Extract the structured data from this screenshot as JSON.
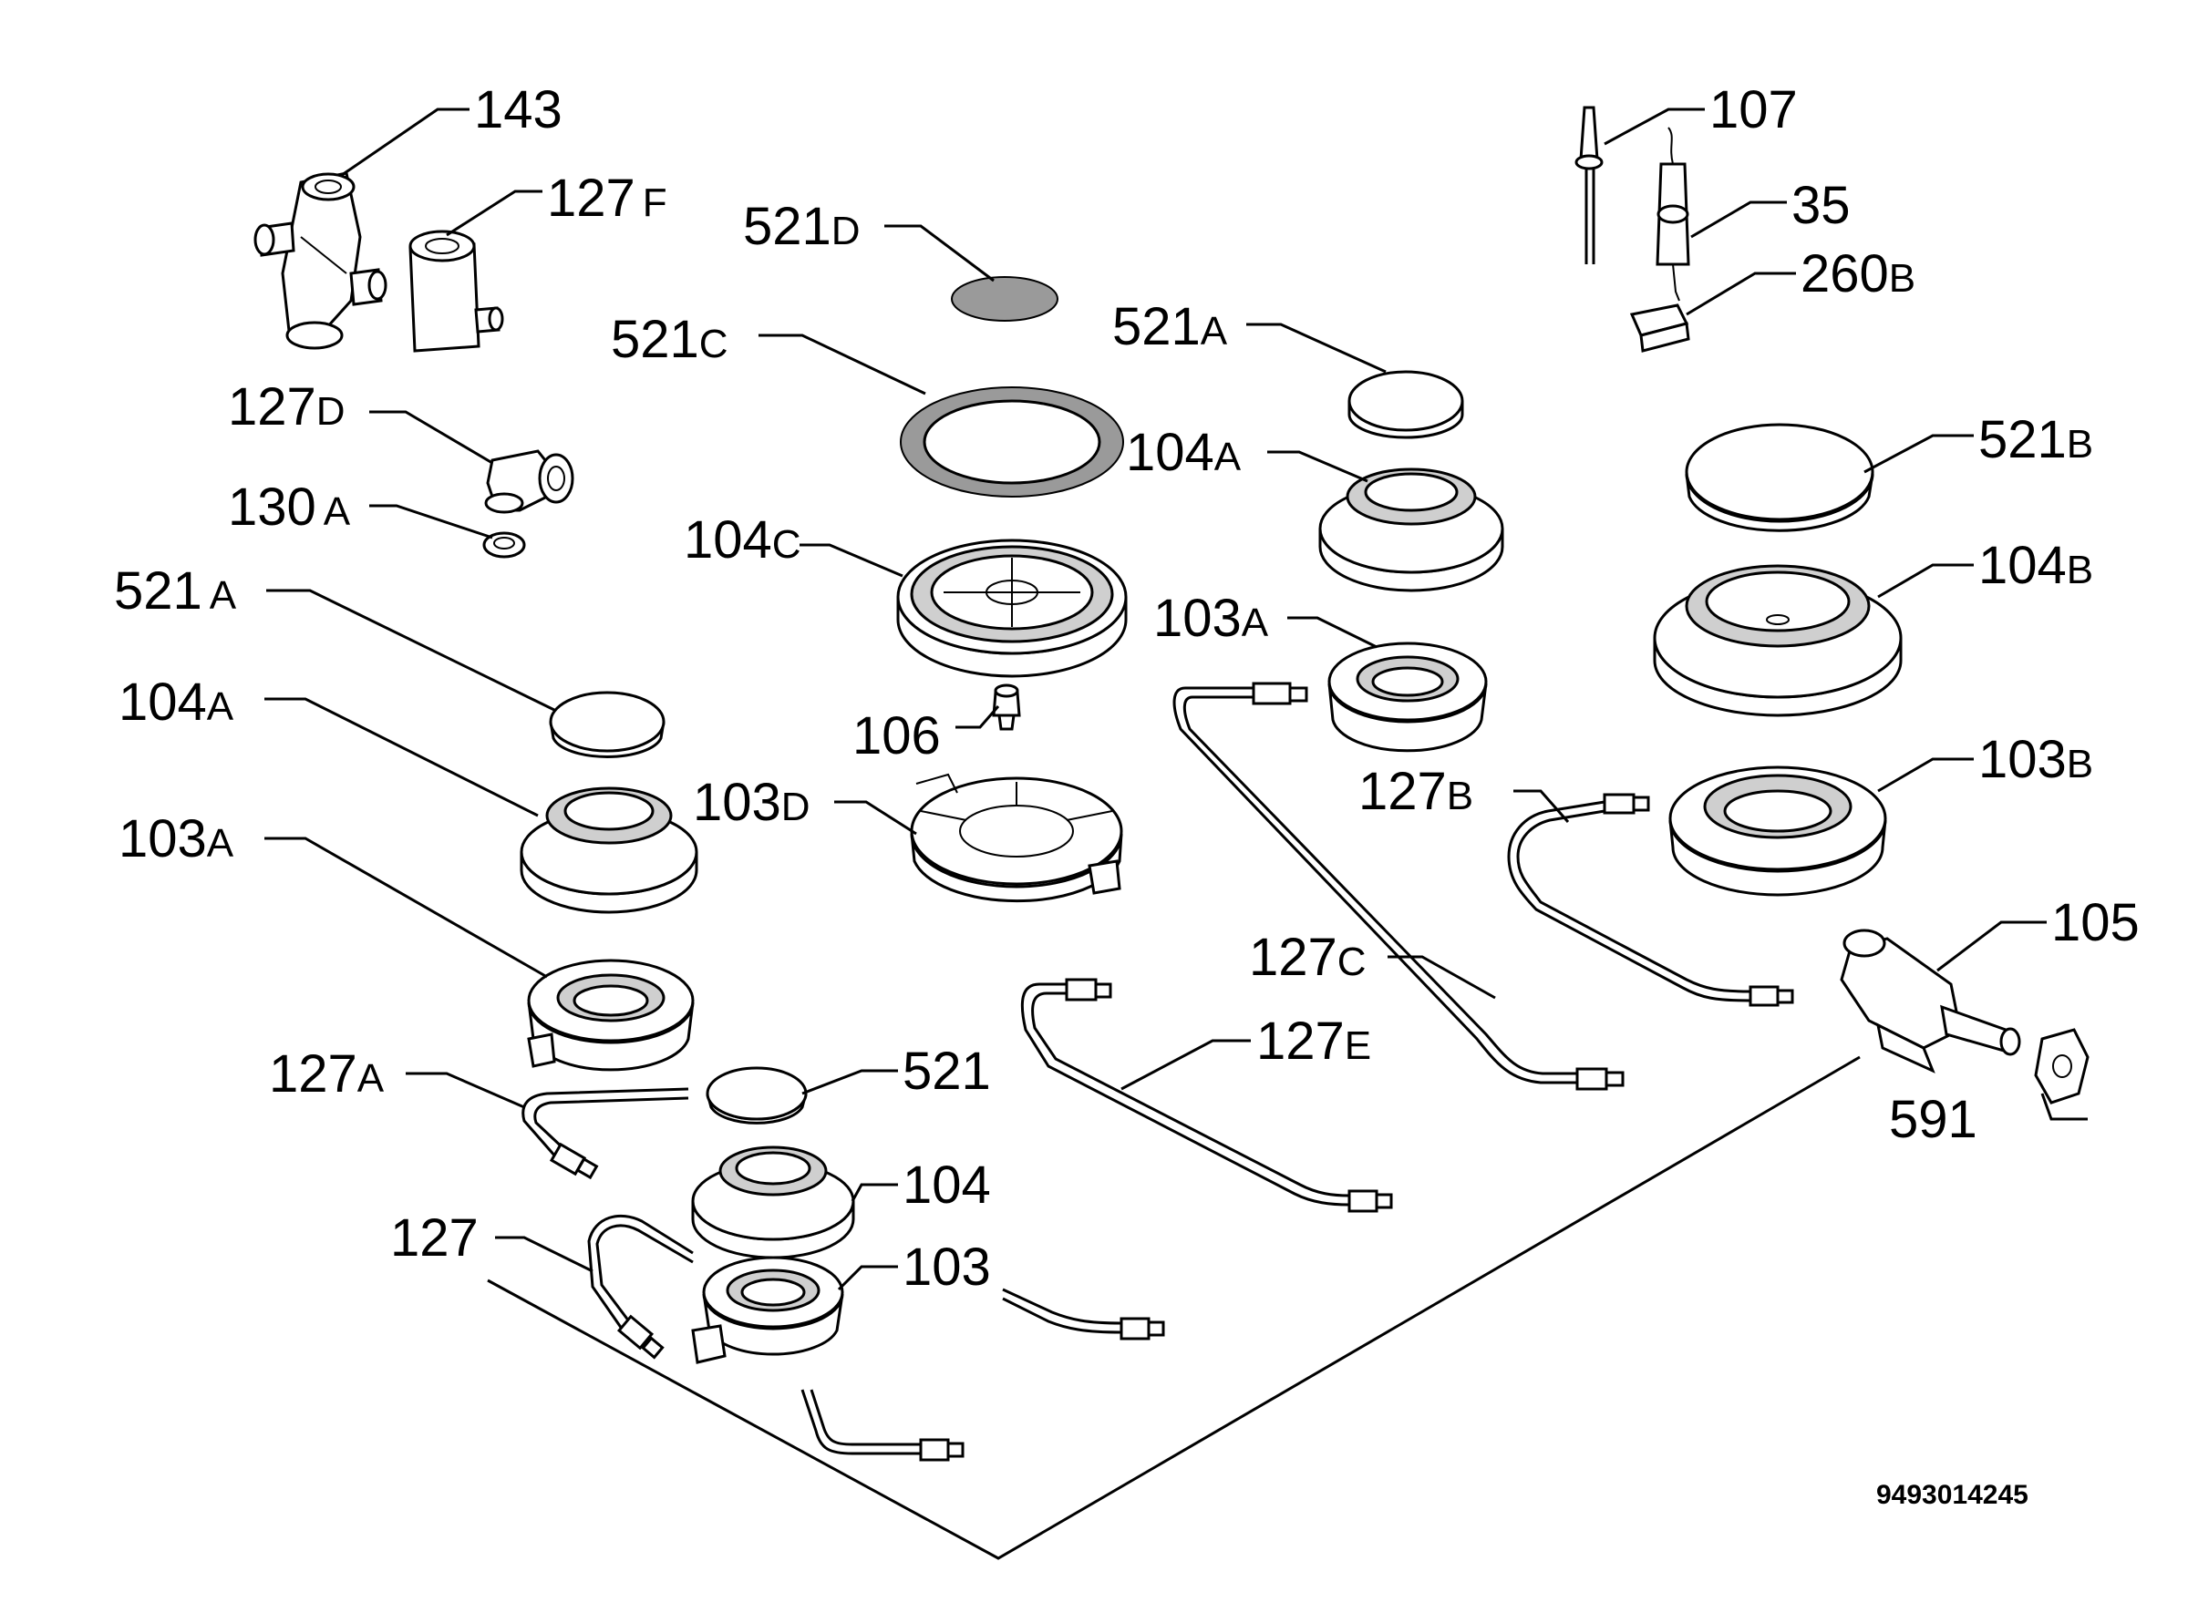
{
  "diagram": {
    "catalog_code": "9493014245",
    "labels": [
      {
        "id": "143",
        "num": "143",
        "suffix": ""
      },
      {
        "id": "127F",
        "num": "127",
        "suffix": "F"
      },
      {
        "id": "521D",
        "num": "521",
        "suffix": "D"
      },
      {
        "id": "107",
        "num": "107",
        "suffix": ""
      },
      {
        "id": "35",
        "num": "35",
        "suffix": ""
      },
      {
        "id": "260B",
        "num": "260",
        "suffix": "B"
      },
      {
        "id": "521C",
        "num": "521",
        "suffix": "C"
      },
      {
        "id": "521A-right",
        "num": "521",
        "suffix": "A"
      },
      {
        "id": "127D",
        "num": "127",
        "suffix": "D"
      },
      {
        "id": "521B",
        "num": "521",
        "suffix": "B"
      },
      {
        "id": "104A-right",
        "num": "104",
        "suffix": "A"
      },
      {
        "id": "130A",
        "num": "130",
        "suffix": "A"
      },
      {
        "id": "104C",
        "num": "104",
        "suffix": "C"
      },
      {
        "id": "104B",
        "num": "104",
        "suffix": "B"
      },
      {
        "id": "521A-left",
        "num": "521",
        "suffix": "A"
      },
      {
        "id": "103A-right",
        "num": "103",
        "suffix": "A"
      },
      {
        "id": "104A-left",
        "num": "104",
        "suffix": "A"
      },
      {
        "id": "106",
        "num": "106",
        "suffix": ""
      },
      {
        "id": "103B",
        "num": "103",
        "suffix": "B"
      },
      {
        "id": "103D",
        "num": "103",
        "suffix": "D"
      },
      {
        "id": "127B",
        "num": "127",
        "suffix": "B"
      },
      {
        "id": "103A-left",
        "num": "103",
        "suffix": "A"
      },
      {
        "id": "105",
        "num": "105",
        "suffix": ""
      },
      {
        "id": "127C",
        "num": "127",
        "suffix": "C"
      },
      {
        "id": "127E",
        "num": "127",
        "suffix": "E"
      },
      {
        "id": "127A",
        "num": "127",
        "suffix": "A"
      },
      {
        "id": "521",
        "num": "521",
        "suffix": ""
      },
      {
        "id": "591",
        "num": "591",
        "suffix": ""
      },
      {
        "id": "104",
        "num": "104",
        "suffix": ""
      },
      {
        "id": "127",
        "num": "127",
        "suffix": ""
      },
      {
        "id": "103",
        "num": "103",
        "suffix": ""
      }
    ]
  }
}
